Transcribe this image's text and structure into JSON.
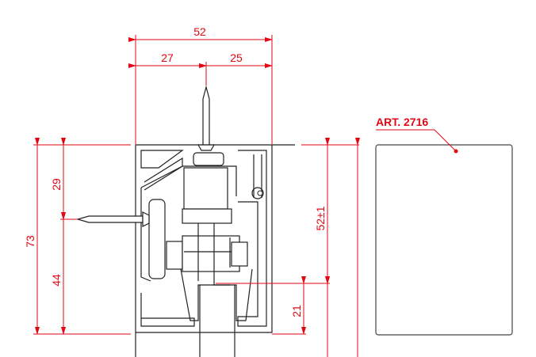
{
  "dimensions": {
    "total_width": "52",
    "left_offset": "27",
    "right_offset": "25",
    "total_height": "73",
    "upper_height": "29",
    "lower_height": "44",
    "track_height": "52±1",
    "bottom_height": "21"
  },
  "label": {
    "article": "ART. 2716"
  },
  "colors": {
    "dimension": "#e30613",
    "outline": "#222222"
  }
}
